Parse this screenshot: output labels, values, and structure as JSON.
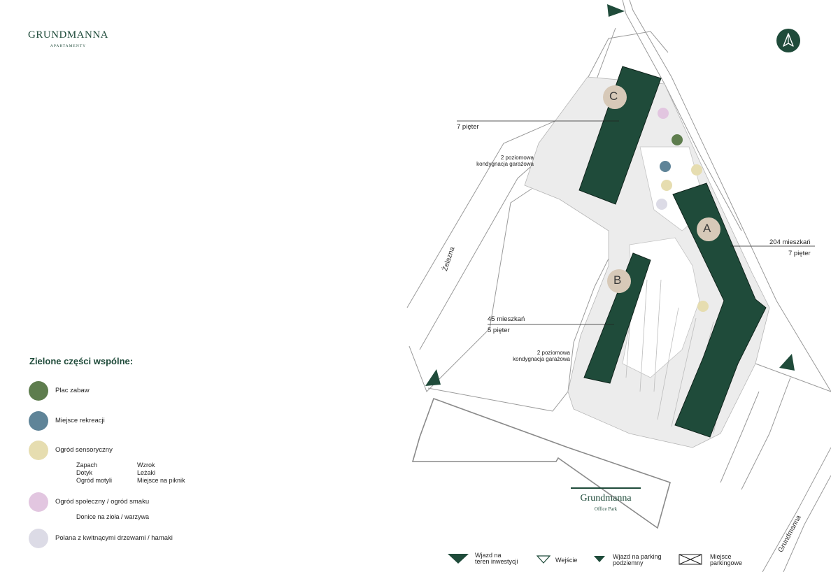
{
  "brand": {
    "name": "GRUNDMANNA",
    "subtitle": "APARTAMENTY"
  },
  "colors": {
    "building": "#1f4b3a",
    "plac_zabaw": "#5e7d4e",
    "miejsce_rekreacji": "#5f8498",
    "ogrod_sensoryczny": "#e6ddb0",
    "ogrod_spoleczny": "#e2c6e0",
    "polana": "#dcdbe6",
    "building_label": "#d7c9b8"
  },
  "buildings": {
    "a": "A",
    "b": "B",
    "c": "C"
  },
  "callouts": {
    "c_floors": "7 pięter",
    "c_garage_l1": "2 poziomowa",
    "c_garage_l2": "kondygnacja garażowa",
    "a_flats": "204 mieszkań",
    "a_floors": "7 pięter",
    "b_flats": "45 mieszkań",
    "b_floors": "5 pięter",
    "b_garage_l1": "2 poziomowa",
    "b_garage_l2": "kondygnacja garażowa"
  },
  "streets": {
    "zelazna": "Żelazna",
    "grundmanna": "Grundmanna"
  },
  "office": {
    "name": "Grundmanna",
    "subtitle": "Office Park"
  },
  "legend": {
    "title": "Zielone części wspólne:",
    "items": [
      {
        "label": "Plac zabaw",
        "icon": "kite-icon"
      },
      {
        "label": "Miejsce rekreacji",
        "icon": "kite-icon"
      },
      {
        "label": "Ogród sensoryczny",
        "icon": "kite-icon"
      },
      {
        "label": "Ogród społeczny / ogród smaku",
        "icon": "kite-icon"
      },
      {
        "label": "Polana z kwitnącymi drzewami / hamaki",
        "icon": "kite-icon"
      }
    ],
    "sensory_sub": [
      "Zapach",
      "Wzrok",
      "Dotyk",
      "Leżaki",
      "Ogród motyli",
      "Miejsce na piknik"
    ],
    "social_sub": "Donice na zioła / warzywa"
  },
  "bottom_legend": {
    "entry_l1": "Wjazd na",
    "entry_l2": "teren inwestycji",
    "wejscie": "Wejście",
    "parking_l1": "Wjazd na parking",
    "parking_l2": "podziemny",
    "spot_l1": "Miejsce",
    "spot_l2": "parkingowe"
  }
}
